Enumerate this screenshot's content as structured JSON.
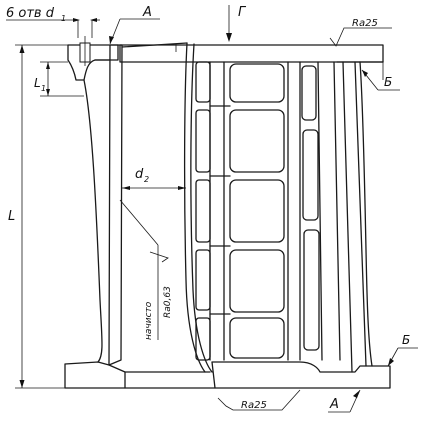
{
  "labels": {
    "holes": "6 отв d",
    "holes_sub": "1",
    "view_a_top": "А",
    "view_g": "Г",
    "rough_top": "Ra25",
    "section_b_top": "Б",
    "dim_l1": "L",
    "dim_l1_sub": "1",
    "dim_l": "L",
    "dim_d2": "d",
    "dim_d2_sub": "2",
    "finish_note": "начисто",
    "rough_inner": "Ra0,63",
    "section_b_bottom": "Б",
    "rough_bottom": "Ra25",
    "view_a_bottom": "А"
  }
}
